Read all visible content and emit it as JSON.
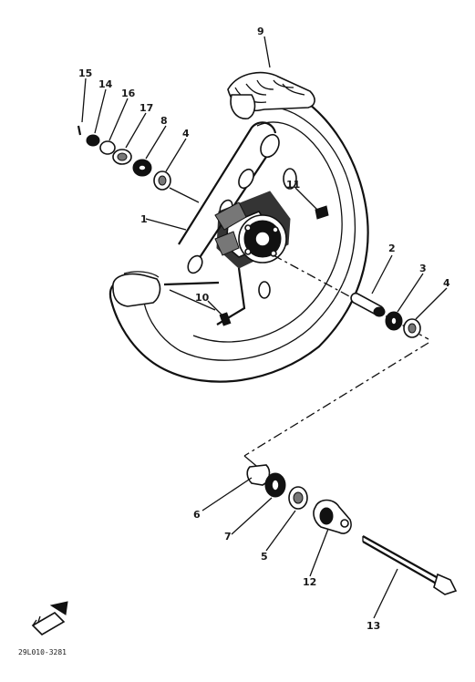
{
  "diagram": {
    "drawing_code": "29L010-3281",
    "callouts": {
      "c1": "1",
      "c2": "2",
      "c3": "3",
      "c4a": "4",
      "c4b": "4",
      "c5": "5",
      "c6": "6",
      "c7": "7",
      "c8": "8",
      "c9": "9",
      "c10": "10",
      "c11": "11",
      "c12": "12",
      "c13": "13",
      "c14": "14",
      "c15": "15",
      "c16": "16",
      "c17": "17"
    }
  }
}
